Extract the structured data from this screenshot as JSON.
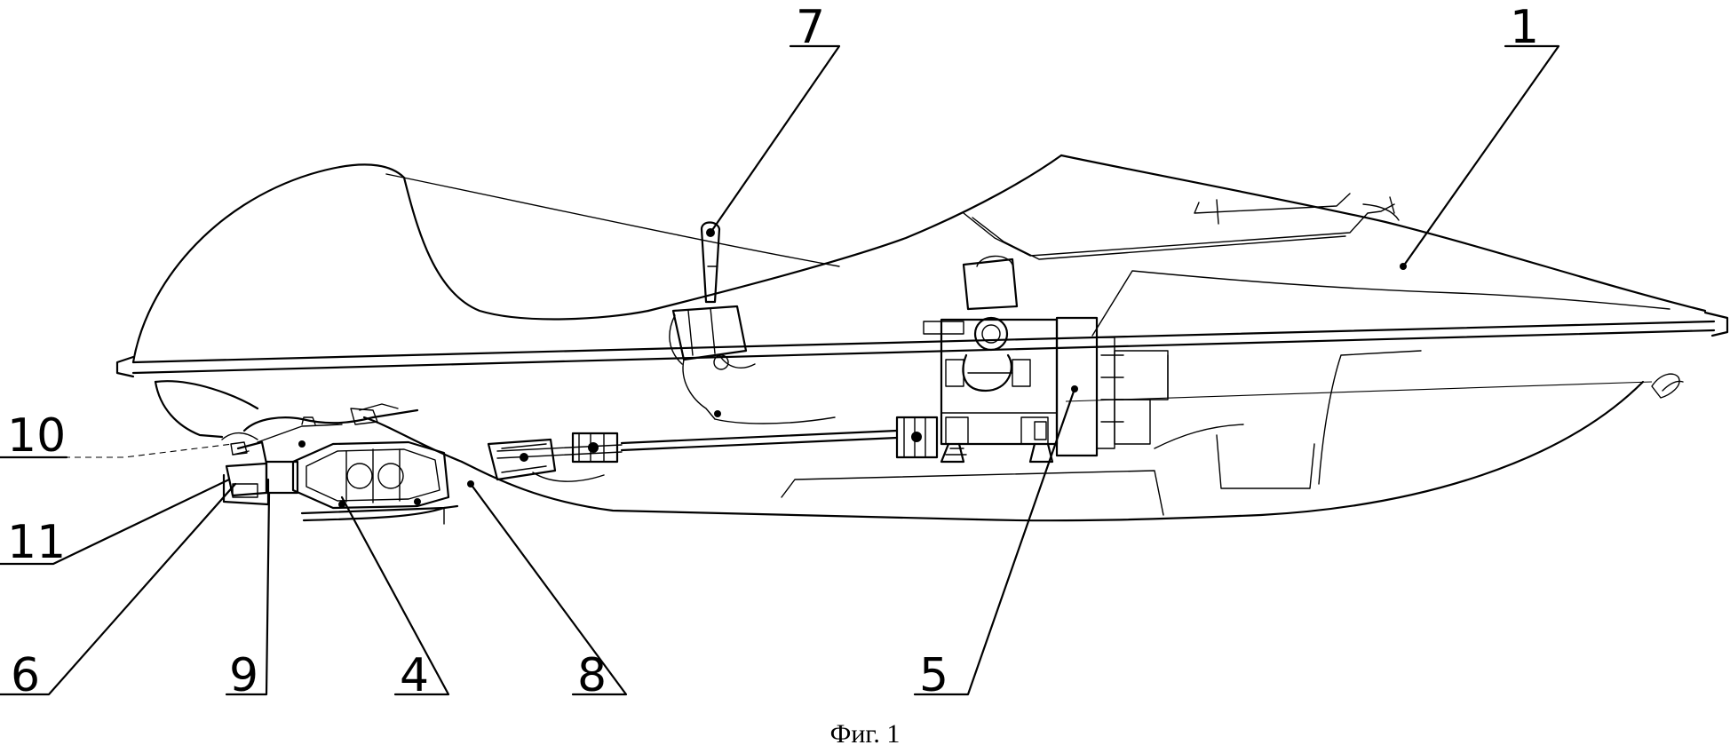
{
  "figure": {
    "caption": "Фиг. 1",
    "labels": {
      "l1": "1",
      "l4": "4",
      "l5": "5",
      "l6": "6",
      "l7": "7",
      "l8": "8",
      "l9": "9",
      "l10": "10",
      "l11": "11"
    }
  }
}
